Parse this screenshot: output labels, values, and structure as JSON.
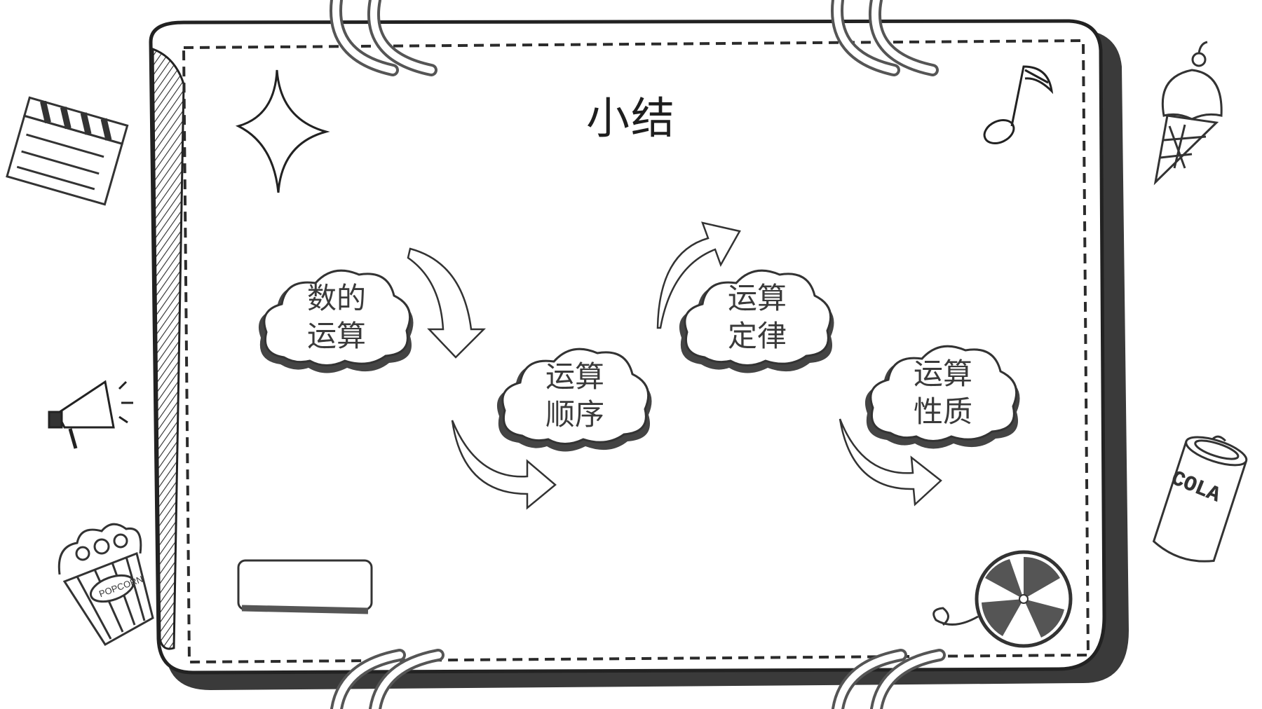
{
  "title": "小结",
  "nodes": [
    {
      "line1": "数的",
      "line2": "运算"
    },
    {
      "line1": "运算",
      "line2": "顺序"
    },
    {
      "line1": "运算",
      "line2": "定律"
    },
    {
      "line1": "运算",
      "line2": "性质"
    }
  ],
  "decorations": {
    "clapperboard": "clapperboard-icon",
    "megaphone": "megaphone-icon",
    "popcorn": "popcorn-icon",
    "popcorn_label": "POPCORN",
    "star": "sparkle-star-icon",
    "music_note": "music-note-icon",
    "ice_cream": "ice-cream-icon",
    "cola": "cola-can-icon",
    "cola_label": "COLA",
    "film_reel": "film-reel-icon"
  },
  "colors": {
    "ink": "#2b2b2b",
    "frame_shadow": "#3a3a3a",
    "text": "#3a3a3a"
  }
}
